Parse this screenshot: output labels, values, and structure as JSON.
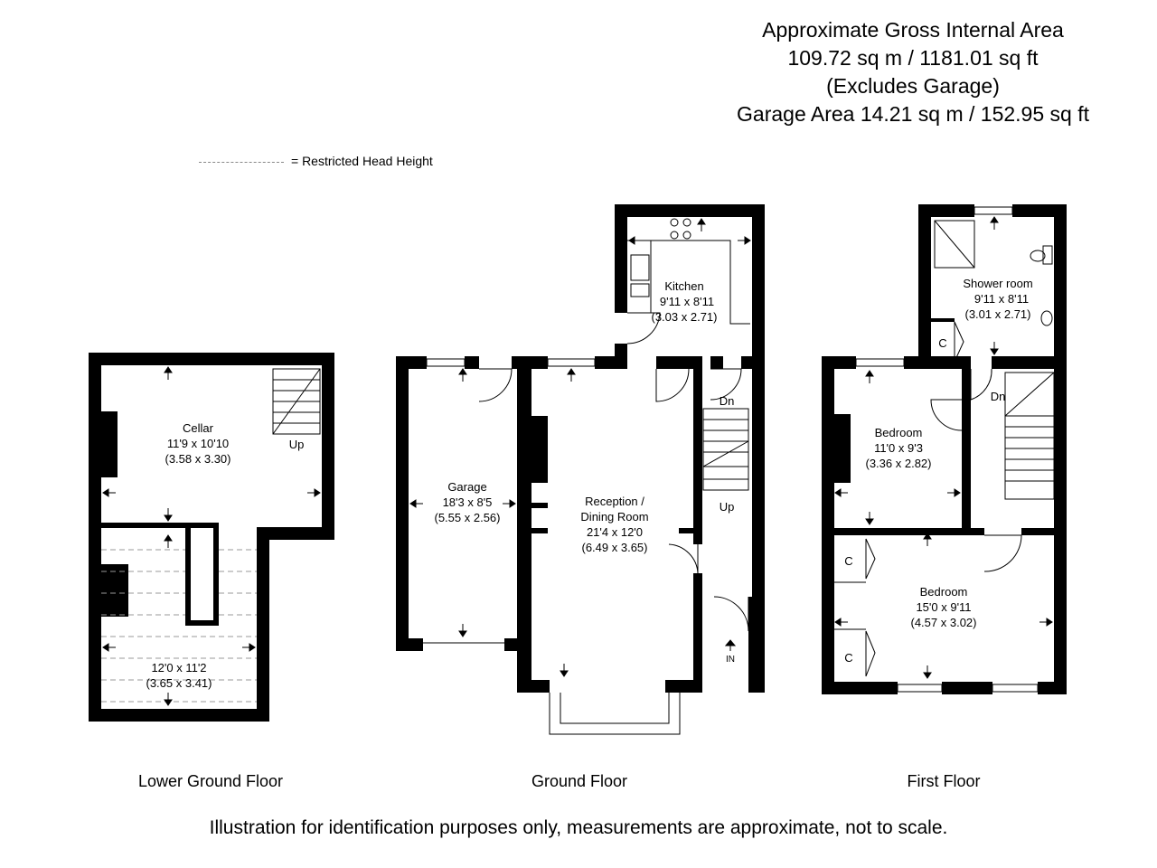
{
  "header": {
    "lines": [
      "Approximate Gross Internal Area",
      "109.72 sq m / 1181.01 sq ft",
      "(Excludes Garage)",
      "Garage Area 14.21 sq m / 152.95 sq ft"
    ]
  },
  "legend": {
    "label": "= Restricted Head Height"
  },
  "floors": {
    "lower_ground": "Lower Ground Floor",
    "ground": "Ground Floor",
    "first": "First Floor"
  },
  "rooms": {
    "cellar": {
      "name": "Cellar",
      "imperial": "11'9 x 10'10",
      "metric": "(3.58 x 3.30)"
    },
    "cellar_lower": {
      "imperial": "12'0 x 11'2",
      "metric": "(3.65 x 3.41)"
    },
    "garage": {
      "name": "Garage",
      "imperial": "18'3 x 8'5",
      "metric": "(5.55 x 2.56)"
    },
    "reception": {
      "name_1": "Reception /",
      "name_2": "Dining Room",
      "imperial": "21'4 x 12'0",
      "metric": "(6.49 x 3.65)"
    },
    "kitchen": {
      "name": "Kitchen",
      "imperial": "9'11 x 8'11",
      "metric": "(3.03 x 2.71)"
    },
    "shower": {
      "name": "Shower room",
      "imperial": "9'11 x 8'11",
      "metric": "(3.01 x 2.71)"
    },
    "bedroom_small": {
      "name": "Bedroom",
      "imperial": "11'0 x 9'3",
      "metric": "(3.36 x 2.82)"
    },
    "bedroom_large": {
      "name": "Bedroom",
      "imperial": "15'0 x 9'11",
      "metric": "(4.57 x 3.02)"
    }
  },
  "labels": {
    "up": "Up",
    "dn": "Dn",
    "cupboard": "C",
    "entrance": "IN"
  },
  "footer": {
    "disclaimer": "Illustration for identification purposes only, measurements are approximate, not to scale."
  }
}
